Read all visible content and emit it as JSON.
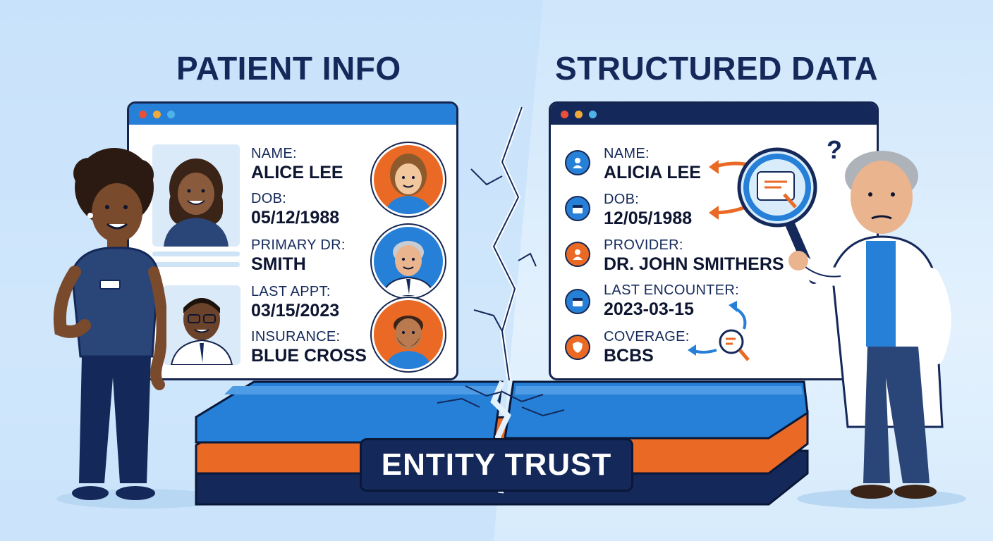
{
  "headings": {
    "left": "PATIENT INFO",
    "right": "STRUCTURED DATA"
  },
  "left_card": {
    "fields": [
      {
        "label": "NAME:",
        "value": "ALICE LEE"
      },
      {
        "label": "DOB:",
        "value": "05/12/1988"
      },
      {
        "label": "PRIMARY DR:",
        "value": "SMITH"
      },
      {
        "label": "LAST APPT:",
        "value": "03/15/2023"
      },
      {
        "label": "INSURANCE:",
        "value": "BLUE CROSS"
      }
    ]
  },
  "right_card": {
    "fields": [
      {
        "label": "NAME:",
        "value": "ALICIA LEE",
        "icon": "person-icon"
      },
      {
        "label": "DOB:",
        "value": "12/05/1988",
        "icon": "calendar-icon"
      },
      {
        "label": "PROVIDER:",
        "value": "DR. JOHN SMITHERS",
        "icon": "doctor-icon"
      },
      {
        "label": "LAST ENCOUNTER:",
        "value": "2023-03-15",
        "icon": "calendar-icon"
      },
      {
        "label": "COVERAGE:",
        "value": "BCBS",
        "icon": "shield-icon"
      }
    ]
  },
  "badge": {
    "text": "ENTITY TRUST"
  },
  "question_mark": "?",
  "colors": {
    "navy": "#14295a",
    "blue": "#2680d8",
    "orange": "#ea6a25",
    "light_blue": "#cfe6fb",
    "dot_red": "#e8503a",
    "dot_yellow": "#f2a93b",
    "dot_cyan": "#4fb3e8"
  }
}
